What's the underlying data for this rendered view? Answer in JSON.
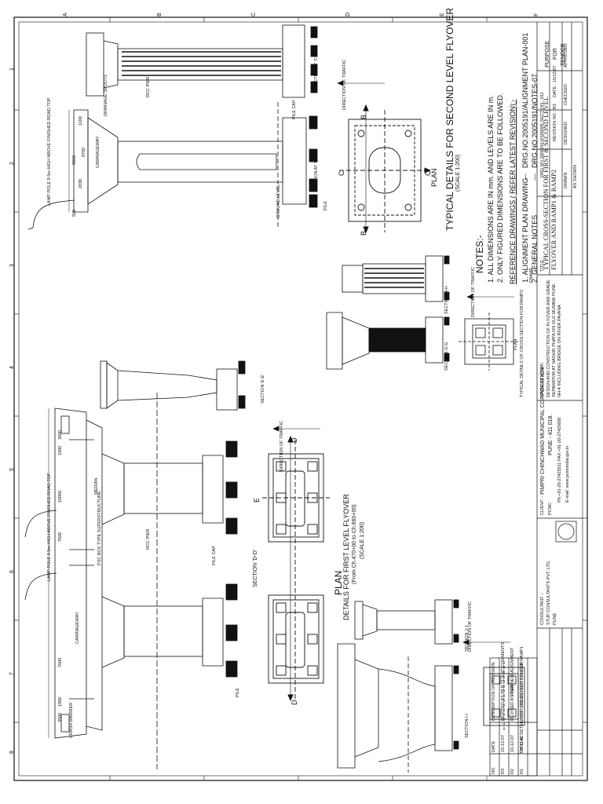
{
  "drawing": {
    "title_main": "TYPICAL DETAILS FOR SECOND LEVEL FLYOVER",
    "title_main_scale": "(SCALE 1:200)",
    "plan_main": "PLAN",
    "first_level_title": "DETAILS FOR FIRST LEVEL FLYOVER",
    "first_level_sub": "(From Ch.470+00 to Ch.660+00)",
    "first_level_scale": "(SCALE 1:200)",
    "plan_first": "PLAN",
    "ramp2_title": "TYPICAL DETAILS OF CROSS-SECTION FOR RAMP2",
    "ramp2_plan": "PLAN",
    "ramp1_title": "TYPICAL DETAILS OF CROSS-SECTION FOR RAMP1",
    "ramp1_plan": "PLAN",
    "sections": {
      "cc": "SECTION AT 'C-C'",
      "bb": "SECTION AT 'B-B'",
      "dd": "SECTION 'D-D'",
      "ee": "SECTION 'E-E'",
      "gg": "SECTION G-G",
      "hh": "SECTION H-H",
      "ii": "SECTION I-I",
      "jj": "SECTION J-J"
    },
    "section_letters": {
      "b1": "B",
      "b2": "B",
      "c1": "C",
      "c2": "C",
      "d1": "D",
      "d2": "D",
      "e": "E"
    },
    "labels": {
      "lamp_post": "LAMP POLE 9.5m HIGH ABOVE FINISHED ROAD TOP",
      "carriageway": "CARRIAGEWAY",
      "crash_barrier": "CRASH BARRIER",
      "rcc_pier": "RCC PIER",
      "pile_cap": "PILE CAP",
      "pile": "PILE",
      "ground_level": "GROUND LEVEL",
      "drainage_spouts": "DRAINAGE SPOUTS",
      "median": "MEDIAN",
      "psc_box": "PSC BOX TYPE SUPERSTRUCTURE",
      "direction_traffic": "DIRECTION OF TRAFFIC"
    },
    "dims": [
      "1100",
      "2030",
      "9850",
      "8750",
      "500",
      "1500",
      "3000",
      "10000",
      "7500",
      "7000",
      "1000",
      "3500"
    ]
  },
  "notes": {
    "heading": "NOTES:-",
    "items": [
      "1. ALL DIMENSIONS ARE IN mm. AND LEVELS ARE IN m.",
      "2. ONLY FIGURED DIMENSIONS ARE TO BE FOLLOWED."
    ]
  },
  "reference": {
    "heading": "REFERENCE DRAWINGS ( REFER LATEST REVISION):-",
    "items": [
      {
        "label": "1.   ALIGNMENT PLAN DRAWING",
        "dash": "---",
        "drg": "DRG.NO.2005191/ALIGNMENT PLAN-001"
      },
      {
        "label": "2.   GENERAL NOTES",
        "dash": "---",
        "drg": "DRG.NO.2005191/NOTES-07"
      }
    ]
  },
  "title_block": {
    "title": "TYPICAL CROSS-SECTION FOR FIRST & SECOND LEVEL FLYOVER AND RAMP1 & RAMP2",
    "title_label": "TITLE :",
    "purpose": "PURPOSE",
    "purpose_for": "FOR",
    "purpose_value": "TENDER",
    "drg_no_label": "DRG.NO.2005191/XS00005 SECTION - 011",
    "revision_label": "REVISION NO : R3",
    "date_label": "DATE : 15/12/07",
    "drawn_by": "DRAWN",
    "designed": "DESIGNED",
    "checked": "CHECKED",
    "approved": "APPROVED",
    "scale": "AS SHOWN",
    "client_label": "CLIENT :-",
    "client": "PIMPRI CHINCHWAD MUNICIPAL CORPORATION",
    "client_city": "PUNE - 411 018.",
    "client_abbr": "PCMC",
    "client_phone": "Ph:+91-20-27425511  FAX:+91-20-27425600",
    "client_email": "E-mail: www.pcmcindia.gov.in",
    "name_of_work_label": "NAME OF WORK:",
    "name_of_work": "DESIGN AND CONSTRUCTION OF FLYOVER AND GRADE SEPARATOR AT NASHIK PHATA ON OLD MUMBAI PUNE NH-4 INCLUDING BRIDGE ON RIVER PAVANA",
    "consultant_label": "CONSULTANT :-",
    "consultant": "STUP CONSULTANTS PVT. LTD.",
    "consultant_addr": "PUNE",
    "fname": "FNAME"
  },
  "revisions": {
    "header": {
      "no": "NO.",
      "date": "DATE",
      "desc": "DESCRIPTION OF REVISION"
    },
    "rows": [
      {
        "no": "R3",
        "date": "15-12-07",
        "desc": "REVISED AS PER CLIENT COMMENTS"
      },
      {
        "no": "R2",
        "date": "10-12-07",
        "desc": "REVISED AS PER NEW ALIGNMENT"
      },
      {
        "no": "R1",
        "date": "28-11-07",
        "desc": "FIRST ISSUED FOR TENDER"
      }
    ]
  },
  "border": {
    "cols": [
      "1",
      "2",
      "3",
      "4",
      "5",
      "6",
      "7",
      "8"
    ],
    "rows": [
      "A",
      "B",
      "C",
      "D",
      "E",
      "F"
    ]
  },
  "colors": {
    "ink": "#111111",
    "hatch": "#222222",
    "paper": "#ffffff"
  }
}
